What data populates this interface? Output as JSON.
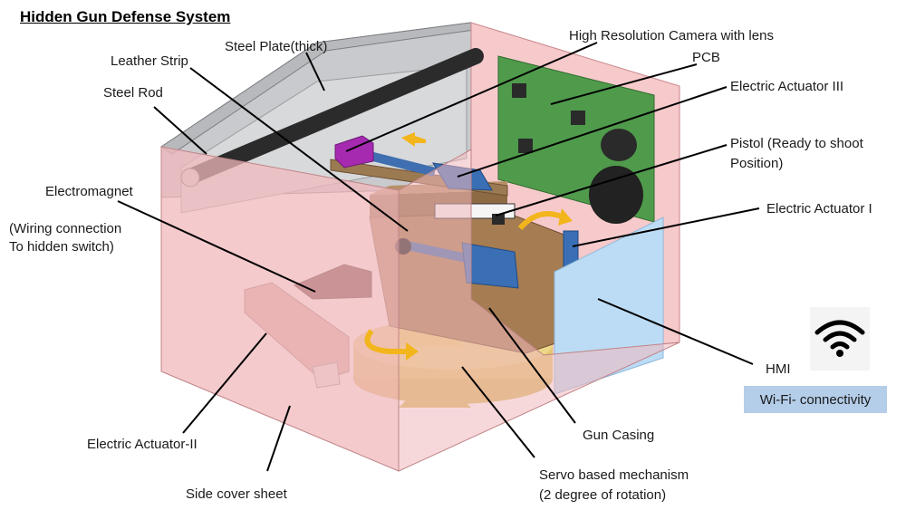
{
  "title": "Hidden Gun Defense System",
  "labels": {
    "steel_plate": "Steel Plate(thick)",
    "leather_strip": "Leather Strip",
    "steel_rod": "Steel Rod",
    "electromagnet": "Electromagnet",
    "wiring_line1": "(Wiring connection",
    "wiring_line2": "To hidden switch)",
    "camera": "High Resolution Camera with lens",
    "pcb": "PCB",
    "actuator_3": "Electric Actuator III",
    "pistol_line1": "Pistol (Ready to shoot",
    "pistol_line2": "Position)",
    "actuator_1": "Electric Actuator I",
    "hmi": "HMI",
    "gun_casing": "Gun Casing",
    "servo_line1": "Servo based mechanism",
    "servo_line2": "(2 degree of rotation)",
    "actuator_2": "Electric Actuator-II",
    "side_cover": "Side cover sheet"
  },
  "wifi": {
    "label": "Wi-Fi- connectivity",
    "icon": "wifi-icon"
  },
  "colors": {
    "side_cover": "#f0b8bc",
    "steel_plate": "#c8c9cc",
    "pcb": "#4e9a4a",
    "casing": "#a67c52",
    "servo_base": "#e2c870",
    "actuator": "#3a6fb5",
    "hmi": "#bcdcf5",
    "camera": "#a52ab0",
    "arrow": "#f2b51c",
    "wifi_box": "#b4cde9"
  }
}
